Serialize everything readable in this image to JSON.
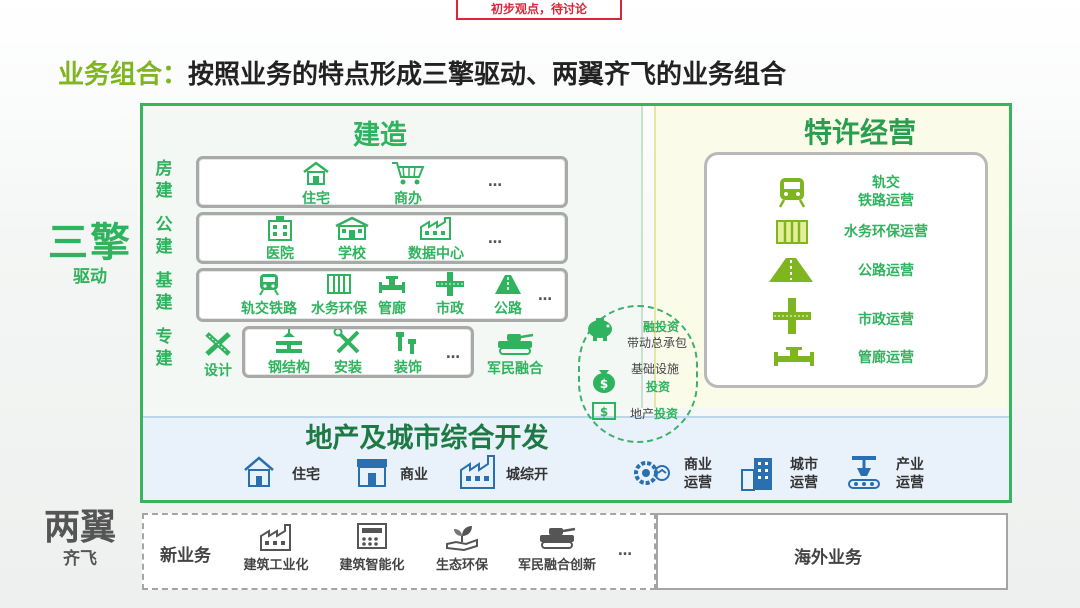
{
  "header": {
    "tag": "初步观点，待讨论",
    "title_lead": "业务组合：",
    "title_rest": "按照业务的特点形成三擎驱动、两翼齐飞的业务组合"
  },
  "side": {
    "three_engines": "三擎",
    "three_engines_sub": "驱动",
    "two_wings": "两翼",
    "two_wings_sub": "齐飞"
  },
  "construction": {
    "title": "建造",
    "rows": [
      {
        "label": [
          "房",
          "建"
        ],
        "items": [
          "住宅",
          "商办"
        ],
        "more": "…"
      },
      {
        "label": [
          "公",
          "建"
        ],
        "items": [
          "医院",
          "学校",
          "数据中心"
        ],
        "more": "…"
      },
      {
        "label": [
          "基",
          "建"
        ],
        "items": [
          "轨交铁路",
          "水务环保",
          "管廊",
          "市政",
          "公路"
        ],
        "more": "…"
      },
      {
        "label": [
          "专",
          "建"
        ],
        "design": "设计",
        "items": [
          "钢结构",
          "安装",
          "装饰"
        ],
        "more": "…",
        "military": "军民融合"
      }
    ]
  },
  "franchise": {
    "title": "特许经营",
    "items": [
      [
        "轨交",
        "铁路运营"
      ],
      [
        "水务环保运营"
      ],
      [
        "公路运营"
      ],
      [
        "市政运营"
      ],
      [
        "管廊运营"
      ]
    ]
  },
  "bridge": {
    "line1_bold": "融投资",
    "line2": "带动总承包",
    "line3_a": "基",
    "line3_b": "础设施",
    "line4_bold": "投资",
    "line5_a": "地产",
    "line5_bold": "投资"
  },
  "real_estate": {
    "title": "地产及城市综合开发",
    "items": [
      "住宅",
      "商业",
      "城综开"
    ],
    "ops": [
      [
        "商业",
        "运营"
      ],
      [
        "城市",
        "运营"
      ],
      [
        "产业",
        "运营"
      ]
    ]
  },
  "new_business": {
    "label": "新业务",
    "items": [
      "建筑工业化",
      "建筑智能化",
      "生态环保",
      "军民融合创新"
    ],
    "more": "…"
  },
  "overseas": {
    "label": "海外业务"
  },
  "colors": {
    "green": "#2fb35e",
    "lime": "#7fb51f",
    "red": "#d9263a",
    "gray": "#a9a9a9"
  }
}
